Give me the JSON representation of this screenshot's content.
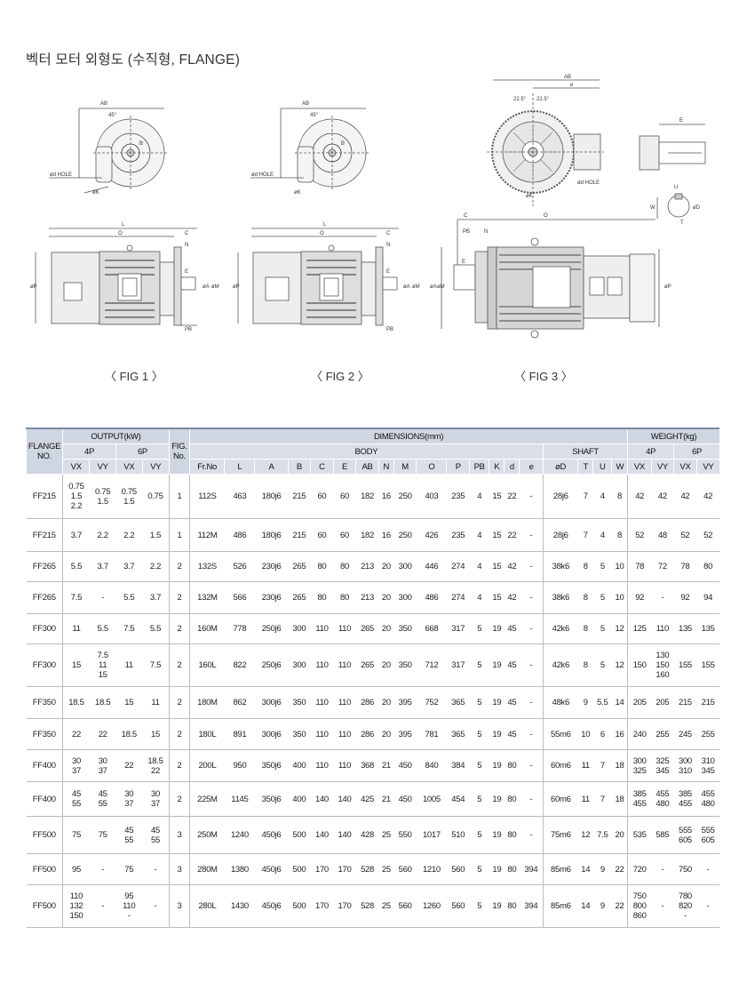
{
  "page": {
    "title": "벡터 모터 외형도 (수직형, FLANGE)",
    "fig_captions": [
      "〈 FIG 1 〉",
      "〈 FIG 2 〉",
      "〈 FIG 3 〉"
    ]
  },
  "drawing_labels": {
    "fig1": {
      "ab": "AB",
      "angle": "45°",
      "dhole": "ød HOLE",
      "k": "øK",
      "b": "B",
      "l": "L",
      "o": "O",
      "c": "C",
      "n": "N",
      "e": "E",
      "a": "øA",
      "m": "øM",
      "p": "øP",
      "pb": "PB"
    },
    "fig2": {
      "ab": "AB",
      "angle": "45°",
      "dhole": "ød HOLE",
      "k": "øK",
      "b": "B",
      "l": "L",
      "o": "O",
      "c": "C",
      "n": "N",
      "e": "E",
      "a": "øA",
      "m": "øM",
      "p": "øP",
      "pb": "PB"
    },
    "fig3": {
      "ab": "AB",
      "e_top": "e",
      "angle1": "22.5°",
      "angle2": "22.5°",
      "dhole": "ød HOLE",
      "k": "øK",
      "c": "C",
      "o": "O",
      "pb": "PB",
      "n": "N",
      "e": "E",
      "a": "øA",
      "m": "øM",
      "p": "øP"
    },
    "shaft": {
      "e": "E",
      "u": "U",
      "w": "W",
      "t": "T",
      "d": "øD"
    }
  },
  "table": {
    "headers": {
      "flange_no": "FLANGE NO.",
      "output": "OUTPUT(kW)",
      "fig_no": "FIG. No.",
      "dimensions": "DIMENSIONS(mm)",
      "weight": "WEIGHT(kg)",
      "p4": "4P",
      "p6": "6P",
      "body": "BODY",
      "shaft": "SHAFT",
      "vx": "VX",
      "vy": "VY",
      "cols": [
        "Fr.No",
        "L",
        "A",
        "B",
        "C",
        "E",
        "AB",
        "N",
        "M",
        "O",
        "P",
        "PB",
        "K",
        "d",
        "e",
        "øD",
        "T",
        "U",
        "W"
      ]
    },
    "rows": [
      {
        "flange": "FF215",
        "o4vx": [
          "0.75",
          "1.5",
          "2.2"
        ],
        "o4vy": [
          "0.75",
          "1.5"
        ],
        "o6vx": [
          "0.75",
          "1.5"
        ],
        "o6vy": [
          "0.75"
        ],
        "fig": "1",
        "frno": "112S",
        "L": "463",
        "A": "180j6",
        "B": "215",
        "C": "60",
        "E": "60",
        "AB": "182",
        "N": "16",
        "M": "250",
        "O": "403",
        "P": "235",
        "PB": "4",
        "K": "15",
        "d": "22",
        "e": "-",
        "D": "28j6",
        "T": "7",
        "U": "4",
        "W": "8",
        "w4vx": [
          "42"
        ],
        "w4vy": [
          "42"
        ],
        "w6vx": [
          "42"
        ],
        "w6vy": [
          "42"
        ],
        "h": 50
      },
      {
        "flange": "FF215",
        "o4vx": [
          "3.7"
        ],
        "o4vy": [
          "2.2"
        ],
        "o6vx": [
          "2.2"
        ],
        "o6vy": [
          "1.5"
        ],
        "fig": "1",
        "frno": "112M",
        "L": "486",
        "A": "180j6",
        "B": "215",
        "C": "60",
        "E": "60",
        "AB": "182",
        "N": "16",
        "M": "250",
        "O": "426",
        "P": "235",
        "PB": "4",
        "K": "15",
        "d": "22",
        "e": "-",
        "D": "28j6",
        "T": "7",
        "U": "4",
        "W": "8",
        "w4vx": [
          "52"
        ],
        "w4vy": [
          "48"
        ],
        "w6vx": [
          "52"
        ],
        "w6vy": [
          "52"
        ],
        "h": 37
      },
      {
        "flange": "FF265",
        "o4vx": [
          "5.5"
        ],
        "o4vy": [
          "3.7"
        ],
        "o6vx": [
          "3.7"
        ],
        "o6vy": [
          "2.2"
        ],
        "fig": "2",
        "frno": "132S",
        "L": "526",
        "A": "230j6",
        "B": "265",
        "C": "80",
        "E": "80",
        "AB": "213",
        "N": "20",
        "M": "300",
        "O": "446",
        "P": "274",
        "PB": "4",
        "K": "15",
        "d": "42",
        "e": "-",
        "D": "38k6",
        "T": "8",
        "U": "5",
        "W": "10",
        "w4vx": [
          "78"
        ],
        "w4vy": [
          "72"
        ],
        "w6vx": [
          "78"
        ],
        "w6vy": [
          "80"
        ],
        "h": 34
      },
      {
        "flange": "FF265",
        "o4vx": [
          "7.5"
        ],
        "o4vy": [
          "-"
        ],
        "o6vx": [
          "5.5"
        ],
        "o6vy": [
          "3.7"
        ],
        "fig": "2",
        "frno": "132M",
        "L": "566",
        "A": "230j6",
        "B": "265",
        "C": "80",
        "E": "80",
        "AB": "213",
        "N": "20",
        "M": "300",
        "O": "486",
        "P": "274",
        "PB": "4",
        "K": "15",
        "d": "42",
        "e": "-",
        "D": "38k6",
        "T": "8",
        "U": "5",
        "W": "10",
        "w4vx": [
          "92"
        ],
        "w4vy": [
          "-"
        ],
        "w6vx": [
          "92"
        ],
        "w6vy": [
          "94"
        ],
        "h": 36
      },
      {
        "flange": "FF300",
        "o4vx": [
          "11"
        ],
        "o4vy": [
          "5.5"
        ],
        "o6vx": [
          "7.5"
        ],
        "o6vy": [
          "5.5"
        ],
        "fig": "2",
        "frno": "160M",
        "L": "778",
        "A": "250j6",
        "B": "300",
        "C": "110",
        "E": "110",
        "AB": "265",
        "N": "20",
        "M": "350",
        "O": "668",
        "P": "317",
        "PB": "5",
        "K": "19",
        "d": "45",
        "e": "-",
        "D": "42k6",
        "T": "8",
        "U": "5",
        "W": "12",
        "w4vx": [
          "125"
        ],
        "w4vy": [
          "110"
        ],
        "w6vx": [
          "135"
        ],
        "w6vy": [
          "135"
        ],
        "h": 34
      },
      {
        "flange": "FF300",
        "o4vx": [
          "15"
        ],
        "o4vy": [
          "7.5",
          "11",
          "15"
        ],
        "o6vx": [
          "11"
        ],
        "o6vy": [
          "7.5"
        ],
        "fig": "2",
        "frno": "160L",
        "L": "822",
        "A": "250j6",
        "B": "300",
        "C": "110",
        "E": "110",
        "AB": "265",
        "N": "20",
        "M": "350",
        "O": "712",
        "P": "317",
        "PB": "5",
        "K": "19",
        "d": "45",
        "e": "-",
        "D": "42k6",
        "T": "8",
        "U": "5",
        "W": "12",
        "w4vx": [
          "150"
        ],
        "w4vy": [
          "130",
          "150",
          "160"
        ],
        "w6vx": [
          "155"
        ],
        "w6vy": [
          "155"
        ],
        "h": 48
      },
      {
        "flange": "FF350",
        "o4vx": [
          "18.5"
        ],
        "o4vy": [
          "18.5"
        ],
        "o6vx": [
          "15"
        ],
        "o6vy": [
          "11"
        ],
        "fig": "2",
        "frno": "180M",
        "L": "862",
        "A": "300j6",
        "B": "350",
        "C": "110",
        "E": "110",
        "AB": "286",
        "N": "20",
        "M": "395",
        "O": "752",
        "P": "365",
        "PB": "5",
        "K": "19",
        "d": "45",
        "e": "-",
        "D": "48k6",
        "T": "9",
        "U": "5.5",
        "W": "14",
        "w4vx": [
          "205"
        ],
        "w4vy": [
          "205"
        ],
        "w6vx": [
          "215"
        ],
        "w6vy": [
          "215"
        ],
        "h": 36
      },
      {
        "flange": "FF350",
        "o4vx": [
          "22"
        ],
        "o4vy": [
          "22"
        ],
        "o6vx": [
          "18.5"
        ],
        "o6vy": [
          "15"
        ],
        "fig": "2",
        "frno": "180L",
        "L": "891",
        "A": "300j6",
        "B": "350",
        "C": "110",
        "E": "110",
        "AB": "286",
        "N": "20",
        "M": "395",
        "O": "781",
        "P": "365",
        "PB": "5",
        "K": "19",
        "d": "45",
        "e": "-",
        "D": "55m6",
        "T": "10",
        "U": "6",
        "W": "16",
        "w4vx": [
          "240"
        ],
        "w4vy": [
          "255"
        ],
        "w6vx": [
          "245"
        ],
        "w6vy": [
          "255"
        ],
        "h": 35
      },
      {
        "flange": "FF400",
        "o4vx": [
          "30",
          "37"
        ],
        "o4vy": [
          "30",
          "37"
        ],
        "o6vx": [
          "22"
        ],
        "o6vy": [
          "18.5",
          "22"
        ],
        "fig": "2",
        "frno": "200L",
        "L": "950",
        "A": "350j6",
        "B": "400",
        "C": "110",
        "E": "110",
        "AB": "368",
        "N": "21",
        "M": "450",
        "O": "840",
        "P": "384",
        "PB": "5",
        "K": "19",
        "d": "80",
        "e": "-",
        "D": "60m6",
        "T": "11",
        "U": "7",
        "W": "18",
        "w4vx": [
          "300",
          "325"
        ],
        "w4vy": [
          "325",
          "345"
        ],
        "w6vx": [
          "300",
          "310"
        ],
        "w6vy": [
          "310",
          "345"
        ],
        "h": 36
      },
      {
        "flange": "FF400",
        "o4vx": [
          "45",
          "55"
        ],
        "o4vy": [
          "45",
          "55"
        ],
        "o6vx": [
          "30",
          "37"
        ],
        "o6vy": [
          "30",
          "37"
        ],
        "fig": "2",
        "frno": "225M",
        "L": "1145",
        "A": "350j6",
        "B": "400",
        "C": "140",
        "E": "140",
        "AB": "425",
        "N": "21",
        "M": "450",
        "O": "1005",
        "P": "454",
        "PB": "5",
        "K": "19",
        "d": "80",
        "e": "-",
        "D": "60m6",
        "T": "11",
        "U": "7",
        "W": "18",
        "w4vx": [
          "385",
          "455"
        ],
        "w4vy": [
          "455",
          "480"
        ],
        "w6vx": [
          "385",
          "455"
        ],
        "w6vy": [
          "455",
          "480"
        ],
        "h": 39
      },
      {
        "flange": "FF500",
        "o4vx": [
          "75"
        ],
        "o4vy": [
          "75"
        ],
        "o6vx": [
          "45",
          "55"
        ],
        "o6vy": [
          "45",
          "55"
        ],
        "fig": "3",
        "frno": "250M",
        "L": "1240",
        "A": "450j6",
        "B": "500",
        "C": "140",
        "E": "140",
        "AB": "428",
        "N": "25",
        "M": "550",
        "O": "1017",
        "P": "510",
        "PB": "5",
        "K": "19",
        "d": "80",
        "e": "-",
        "D": "75m6",
        "T": "12",
        "U": "7.5",
        "W": "20",
        "w4vx": [
          "535"
        ],
        "w4vy": [
          "585"
        ],
        "w6vx": [
          "555",
          "605"
        ],
        "w6vy": [
          "555",
          "605"
        ],
        "h": 42
      },
      {
        "flange": "FF500",
        "o4vx": [
          "95"
        ],
        "o4vy": [
          "-"
        ],
        "o6vx": [
          "75"
        ],
        "o6vy": [
          "-"
        ],
        "fig": "3",
        "frno": "280M",
        "L": "1380",
        "A": "450j6",
        "B": "500",
        "C": "170",
        "E": "170",
        "AB": "528",
        "N": "25",
        "M": "560",
        "O": "1210",
        "P": "560",
        "PB": "5",
        "K": "19",
        "d": "80",
        "e": "394",
        "D": "85m6",
        "T": "14",
        "U": "9",
        "W": "22",
        "w4vx": [
          "720"
        ],
        "w4vy": [
          "-"
        ],
        "w6vx": [
          "750"
        ],
        "w6vy": [
          "-"
        ],
        "h": 35
      },
      {
        "flange": "FF500",
        "o4vx": [
          "110",
          "132",
          "150"
        ],
        "o4vy": [
          "-"
        ],
        "o6vx": [
          "95",
          "110",
          "-"
        ],
        "o6vy": [
          "-"
        ],
        "fig": "3",
        "frno": "280L",
        "L": "1430",
        "A": "450j6",
        "B": "500",
        "C": "170",
        "E": "170",
        "AB": "528",
        "N": "25",
        "M": "560",
        "O": "1260",
        "P": "560",
        "PB": "5",
        "K": "19",
        "d": "80",
        "e": "394",
        "D": "85m6",
        "T": "14",
        "U": "9",
        "W": "22",
        "w4vx": [
          "750",
          "800",
          "860"
        ],
        "w4vy": [
          "-"
        ],
        "w6vx": [
          "780",
          "820",
          "-"
        ],
        "w6vy": [
          "-"
        ],
        "h": 48
      }
    ]
  }
}
